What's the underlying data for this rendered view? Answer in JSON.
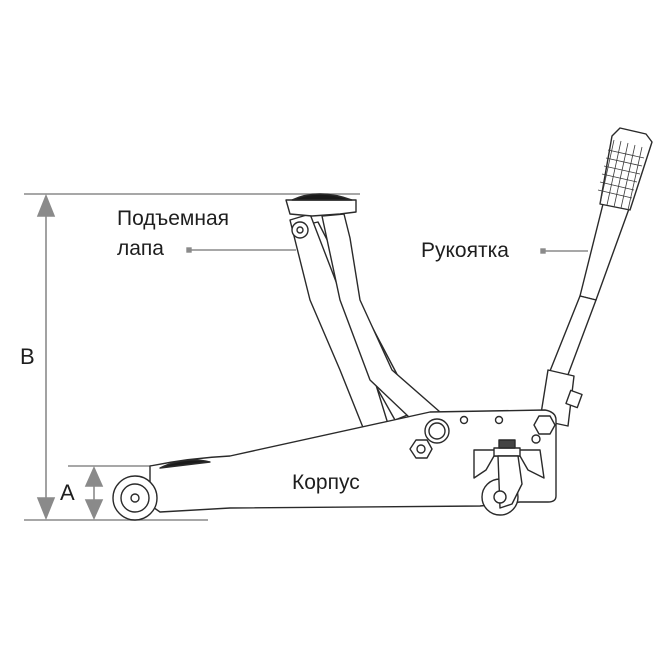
{
  "diagram": {
    "subject": "Hydraulic floor jack",
    "colors": {
      "line": "#2a2a2a",
      "dimension": "#8a8a8a",
      "pad": "#1a1a1a",
      "background": "#ffffff"
    },
    "labels": {
      "lift_arm_line1": "Подъемная",
      "lift_arm_line2": "лапа",
      "handle": "Рукоятка",
      "body": "Корпус"
    },
    "dimensions": {
      "min_height": "A",
      "max_height": "B"
    }
  }
}
